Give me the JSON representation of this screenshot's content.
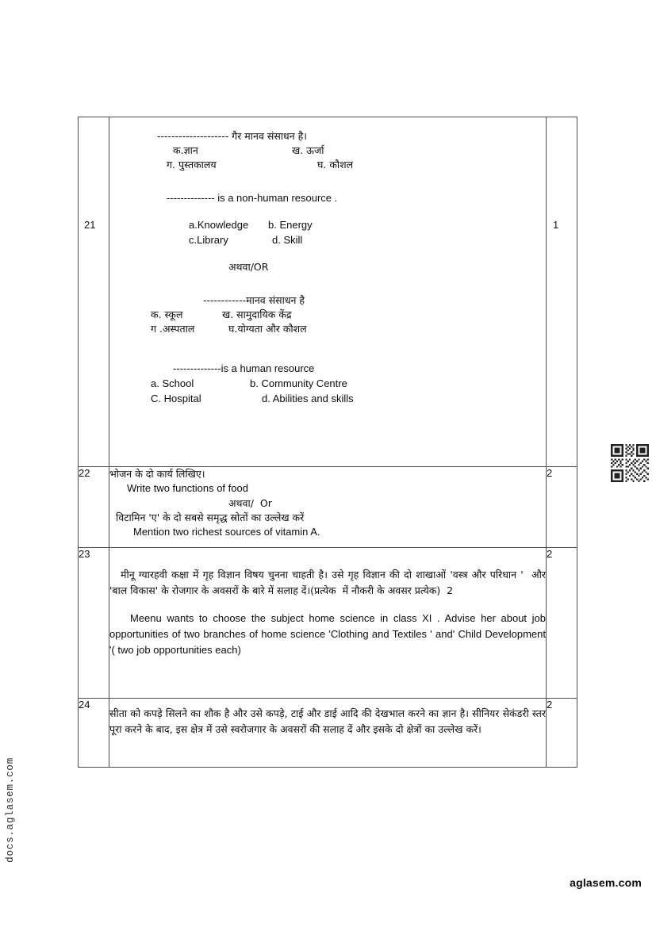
{
  "page": {
    "side_watermark": "docs.aglasem.com",
    "brand_footer": "aglasem.com",
    "qr_name": "qr-code"
  },
  "table": {
    "rows": [
      {
        "number": "21",
        "marks": "1",
        "lines": {
          "hi_stem": "-------------------- गैर मानव संसाधन है।",
          "hi_opt_a": "क.ज्ञान",
          "hi_opt_b": "ख. ऊर्जा",
          "hi_opt_c": "ग.  पुस्तकालय",
          "hi_opt_d": "घ. कौशल",
          "en_stem": "-------------- is a non-human resource .",
          "en_opt_a": "a.Knowledge",
          "en_opt_b": "b. Energy",
          "en_opt_c": "c.Library",
          "en_opt_d": "d. Skill",
          "or_divider": "अथवा/OR",
          "hi_stem2": "------------मानव संसाधन है",
          "hi2_opt_a": "क. स्कूल",
          "hi2_opt_b": "ख. सामुदायिक केंद्र",
          "hi2_opt_c": "ग .अस्पताल",
          "hi2_opt_d": "घ.योग्यता और कौशल",
          "en_stem2": "--------------is a human resource",
          "en2_opt_a": "a. School",
          "en2_opt_b": "b.   Community Centre",
          "en2_opt_c": "C. Hospital",
          "en2_opt_d": "d. Abilities and skills"
        }
      },
      {
        "number": "22",
        "marks": "2",
        "lines": {
          "hi_1": "भोजन के दो कार्य लिखिए।",
          "en_1": "Write two functions of food",
          "or_divider": "अथवा/  Or",
          "hi_2": "विटामिन 'ए' के दो सबसे समृद्ध स्रोतों का उल्लेख करें",
          "en_2": "Mention two richest sources of vitamin A."
        }
      },
      {
        "number": "23",
        "marks": "2",
        "lines": {
          "hi_para": "मीनू ग्यारहवी कक्षा में गृह विज्ञान विषय चुनना चाहती है। उसे गृह विज्ञान की दो शाखाओं 'वस्त्र और परिधान '  और 'बाल विकास' के रोजगार के अवसरों के बारे में सलाह दें।(प्रत्येक  में नौकरी के अवसर प्रत्येक)  2",
          "en_para": "Meenu wants to choose the subject home science in class XI . Advise her about job opportunities of two branches of home science 'Clothing and Textiles ' and' Child Development '( two job opportunities each)"
        }
      },
      {
        "number": "24",
        "marks": "2",
        "lines": {
          "hi_para": "सीता को कपड़े सिलने का शौक है और उसे कपड़े, टाई और डाई आदि की देखभाल करने का ज्ञान है। सीनियर सेकंडरी स्तर पूरा करने के बाद, इस क्षेत्र में उसे स्वरोजगार के अवसरों की सलाह दें और इसके दो क्षेत्रों का उल्लेख करें।"
        }
      }
    ]
  }
}
